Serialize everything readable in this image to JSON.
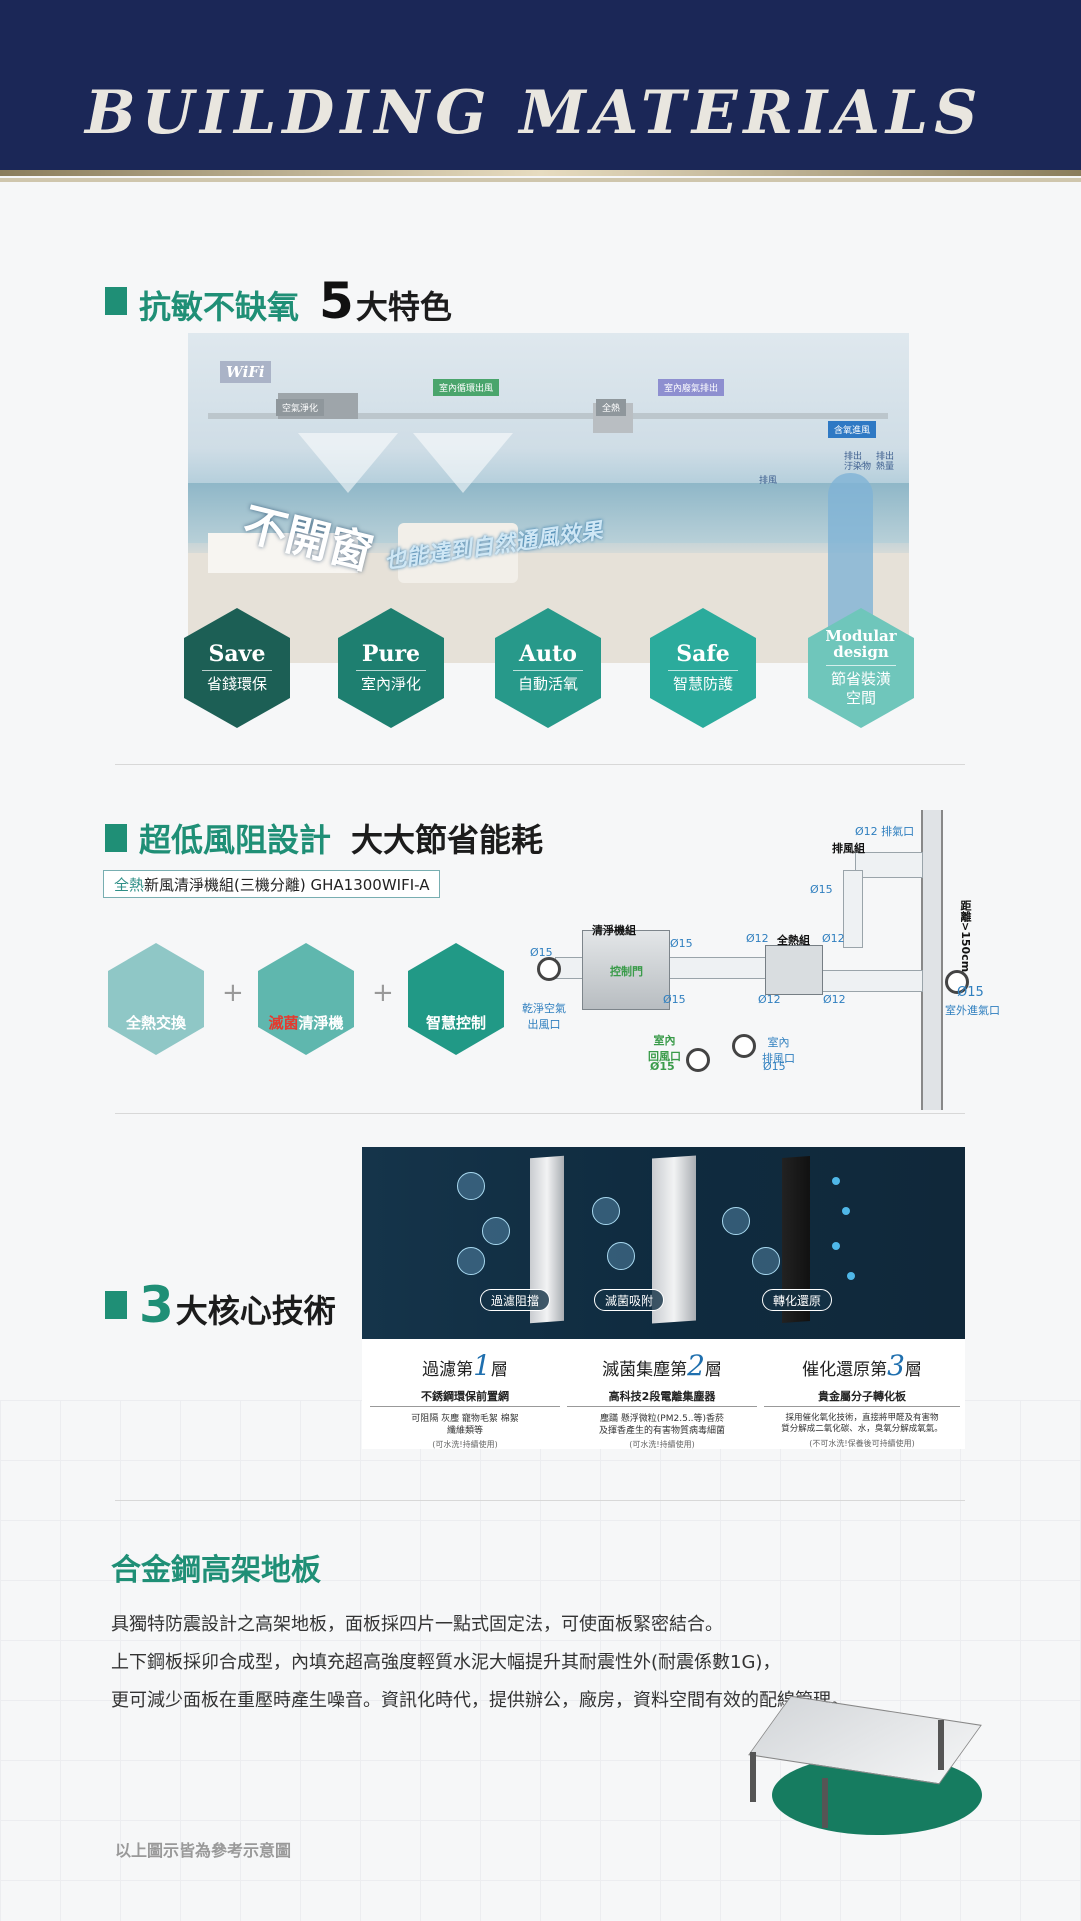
{
  "header": {
    "title": "BUILDING MATERIALS"
  },
  "section1": {
    "title_green": "抗敏不缺氧",
    "title_num": "5",
    "title_dark": "大特色",
    "scene": {
      "wifi": "WiFi",
      "labels": {
        "air_purify": "空氣淨化",
        "indoor_circulation": "室內循環出風",
        "heat": "全熱",
        "indoor_exhaust": "室內廢氣排出",
        "oxygen_in": "含氧進風",
        "exhaust_pollutant": "排出\n汙染物",
        "exhaust_heat": "排出\n熱量",
        "exhaust": "排風"
      },
      "slogan_big": "不開窗",
      "slogan_small": "也能達到自然通風效果"
    },
    "features": [
      {
        "en": "Save",
        "zh": "省錢環保",
        "color": "#1c5f55"
      },
      {
        "en": "Pure",
        "zh": "室內淨化",
        "color": "#1e7f70"
      },
      {
        "en": "Auto",
        "zh": "自動活氧",
        "color": "#27998a"
      },
      {
        "en": "Safe",
        "zh": "智慧防護",
        "color": "#2bab9c"
      },
      {
        "en": "Modular design",
        "zh": "節省裝潢\n空間",
        "color": "#6fc6bb"
      }
    ]
  },
  "section2": {
    "title_green": "超低風阻設計",
    "title_dark": "大大節省能耗",
    "model_green": "全熱",
    "model_text": "新風清淨機組(三機分離)  GHA1300WIFI-A",
    "features": [
      {
        "label": "全熱交換",
        "color": "#8fc7c6"
      },
      {
        "label_red": "滅菌",
        "label": "清淨機",
        "color": "#5fb7ae"
      },
      {
        "label": "智慧控制",
        "color": "#219986"
      }
    ],
    "plus": "+",
    "diagram": {
      "exhaust_port": "Ø12 排氣口",
      "exhaust_unit": "排風組",
      "d15_a": "Ø15",
      "distance": "距離>150cm",
      "purifier": "清淨機組",
      "control_door": "控制門",
      "d15_b": "Ø15",
      "d15_c": "Ø15",
      "d12_a": "Ø12",
      "heat_unit": "全熱組",
      "d12_b": "Ø12",
      "dry_air": "乾淨空氣\n出風口",
      "d15_d": "Ø15",
      "d12_c": "Ø12",
      "d12_d": "Ø12",
      "d15_e": "Ø15",
      "outdoor_intake": "室外進氣口",
      "indoor_return": "室內\n回風口",
      "d15_f": "Ø15",
      "indoor_exhaust": "室內\n排風口",
      "d15_g": "Ø15"
    }
  },
  "section3": {
    "title_num": "3",
    "title_dark": "大核心技術",
    "pills": [
      "過濾阻擋",
      "滅菌吸附",
      "轉化還原"
    ],
    "layers": [
      {
        "title_pre": "過濾第",
        "num": "1",
        "title_post": "層",
        "sub": "不銹鋼環保前置網",
        "desc": "可阻隔 灰塵 寵物毛絮 棉絮\n纖維類等",
        "note": "(可水洗!持續使用)"
      },
      {
        "title_pre": "滅菌集塵第",
        "num": "2",
        "title_post": "層",
        "sub": "高科技2段電離集塵器",
        "desc": "塵蹣 懸浮微粒(PM2.5..等)香菸\n及揮香產生的有害物質病毒細菌",
        "note": "(可水洗!持續使用)"
      },
      {
        "title_pre": "催化還原第",
        "num": "3",
        "title_post": "層",
        "sub": "貴金屬分子轉化板",
        "desc": "採用催化氧化技術，直接將甲醛及有害物\n質分解成二氧化碳、水，臭氧分解成氧氣。",
        "note": "(不可水洗!保養後可持續使用)"
      }
    ]
  },
  "section4": {
    "title": "合金鋼高架地板",
    "lines": [
      "具獨特防震設計之高架地板，面板採四片一點式固定法，可使面板緊密結合。",
      "上下鋼板採卯合成型，內填充超高強度輕質水泥大幅提升其耐震性外(耐震係數1G)，",
      "更可減少面板在重壓時產生噪音。資訊化時代，提供辦公，廠房，資料空間有效的配線管理。"
    ]
  },
  "footer": {
    "note": "以上圖示皆為參考示意圖"
  }
}
